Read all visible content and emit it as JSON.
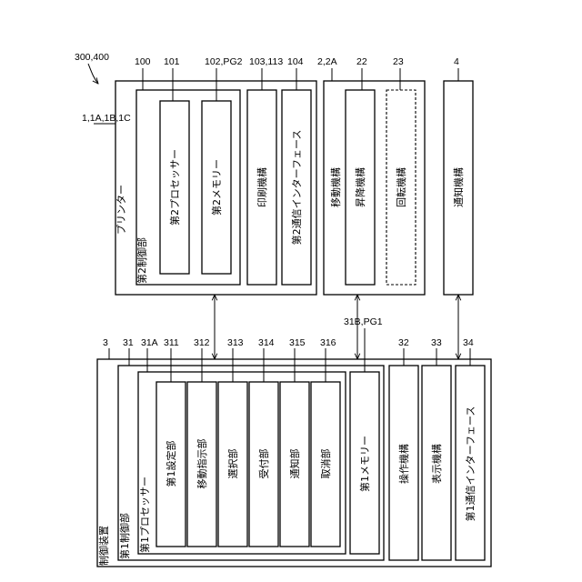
{
  "figure_ref": "300,400",
  "printer": {
    "ref": "1,1A,1B,1C",
    "label": "プリンター",
    "control": {
      "ref": "100",
      "label": "第2制御部",
      "processor": {
        "ref": "101",
        "label": "第2プロセッサー"
      },
      "memory": {
        "ref": "102,PG2",
        "label": "第2メモリー"
      }
    },
    "print_mech": {
      "ref": "103,113",
      "label": "印刷機構"
    },
    "comm_if": {
      "ref": "104",
      "label": "第2通信インターフェース"
    }
  },
  "moving": {
    "ref": "2,2A",
    "label": "移動機構",
    "lift": {
      "ref": "22",
      "label": "昇降機構"
    },
    "rotate": {
      "ref": "23",
      "label": "回転機構"
    }
  },
  "notify": {
    "ref": "4",
    "label": "通知機構"
  },
  "controller": {
    "ref": "3",
    "label": "制御装置",
    "control": {
      "ref": "31",
      "label": "第1制御部",
      "processor": {
        "ref": "31A",
        "label": "第1プロセッサー",
        "units": [
          {
            "ref": "311",
            "label": "第1設定部"
          },
          {
            "ref": "312",
            "label": "移動指示部"
          },
          {
            "ref": "313",
            "label": "選択部"
          },
          {
            "ref": "314",
            "label": "受付部"
          },
          {
            "ref": "315",
            "label": "通知部"
          },
          {
            "ref": "316",
            "label": "取消部"
          }
        ]
      },
      "memory": {
        "ref": "31B,PG1",
        "label": "第1メモリー"
      }
    },
    "operation": {
      "ref": "32",
      "label": "操作機構"
    },
    "display": {
      "ref": "33",
      "label": "表示機構"
    },
    "comm_if": {
      "ref": "34",
      "label": "第1通信インターフェース"
    }
  }
}
